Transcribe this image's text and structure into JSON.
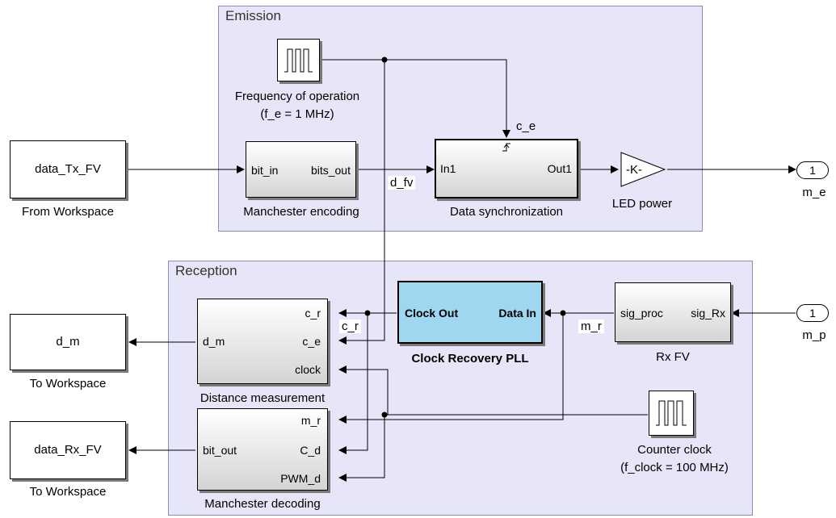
{
  "subsystems": {
    "emission": {
      "title": "Emission"
    },
    "reception": {
      "title": "Reception"
    }
  },
  "blocks": {
    "from_workspace": {
      "label": "data_Tx_FV",
      "caption": "From Workspace"
    },
    "freq_op": {
      "caption1": "Frequency of operation",
      "caption2": "(f_e = 1 MHz)"
    },
    "manchester_enc": {
      "in": "bit_in",
      "out": "bits_out",
      "caption": "Manchester encoding"
    },
    "data_sync": {
      "in": "In1",
      "out": "Out1",
      "caption": "Data synchronization"
    },
    "led_power": {
      "gain": "-K-",
      "caption": "LED power"
    },
    "outport_me": {
      "num": "1",
      "caption": "m_e"
    },
    "clock_pll": {
      "out": "Clock Out",
      "in": "Data In",
      "caption": "Clock Recovery PLL"
    },
    "rx_fv": {
      "in": "sig_proc",
      "out": "sig_Rx",
      "caption": "Rx FV"
    },
    "inport_mp": {
      "num": "1",
      "caption": "m_p"
    },
    "dist_meas": {
      "p1": "c_r",
      "p2": "c_e",
      "p3": "clock",
      "out": "d_m",
      "caption": "Distance measurement"
    },
    "to_ws_dm": {
      "label": "d_m",
      "caption": "To Workspace"
    },
    "manch_dec": {
      "p1": "m_r",
      "p2": "C_d",
      "p3": "PWM_d",
      "out": "bit_out",
      "caption": "Manchester decoding"
    },
    "to_ws_rx": {
      "label": "data_Rx_FV",
      "caption": "To Workspace"
    },
    "counter_clk": {
      "caption1": "Counter clock",
      "caption2": "(f_clock = 100 MHz)"
    }
  },
  "signals": {
    "c_e": "c_e",
    "d_fv": "d_fv",
    "c_r": "c_r",
    "m_r": "m_r"
  }
}
